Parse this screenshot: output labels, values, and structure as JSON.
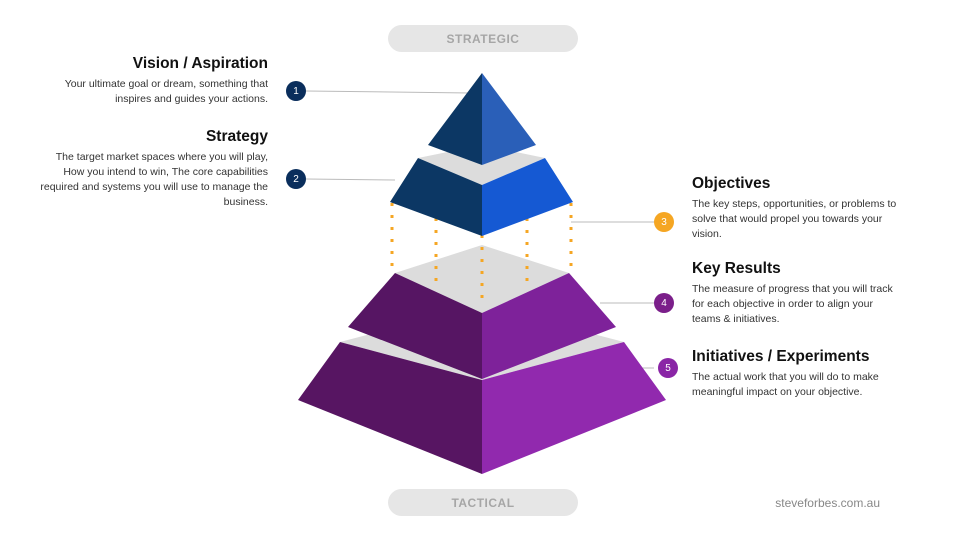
{
  "labels": {
    "top": "STRATEGIC",
    "bottom": "TACTICAL"
  },
  "items": [
    {
      "num": "1",
      "title": "Vision / Aspiration",
      "desc": "Your ultimate goal or dream, something that inspires and guides your actions.",
      "color": "#0a2e5c"
    },
    {
      "num": "2",
      "title": "Strategy",
      "desc": "The target market spaces where you will play, How you intend to win, The core capabilities required and systems you will use to manage the business.",
      "color": "#0a2e5c"
    },
    {
      "num": "3",
      "title": "Objectives",
      "desc": "The key steps, opportunities, or problems to solve that would propel you towards your vision.",
      "color": "#f5a623"
    },
    {
      "num": "4",
      "title": "Key Results",
      "desc": "The measure of progress that you will track for each objective in order to align your teams & initiatives.",
      "color": "#7b1f8a"
    },
    {
      "num": "5",
      "title": "Initiatives / Experiments",
      "desc": "The actual work that you will do to make meaningful impact on your objective.",
      "color": "#8a25a6"
    }
  ],
  "credit": "steveforbes.com.au"
}
